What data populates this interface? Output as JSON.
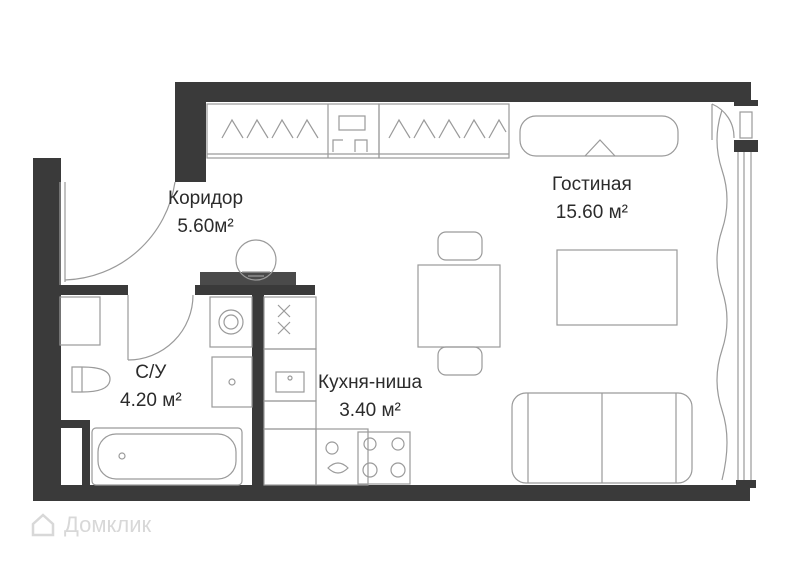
{
  "rooms": [
    {
      "id": "corridor",
      "name": "Коридор",
      "area": "5.60м²"
    },
    {
      "id": "bathroom",
      "name": "С/У",
      "area": "4.20 м²"
    },
    {
      "id": "kitchen",
      "name": "Кухня-ниша",
      "area": "3.40 м²"
    },
    {
      "id": "living",
      "name": "Гостиная",
      "area": "15.60 м²"
    }
  ],
  "watermark": {
    "text": "Домклик",
    "icon": "house-logo-icon"
  },
  "colors": {
    "wall": "#3a3a3a",
    "line": "#9a9a9a",
    "text": "#2b2b2b",
    "watermark": "#d8d8d8"
  }
}
